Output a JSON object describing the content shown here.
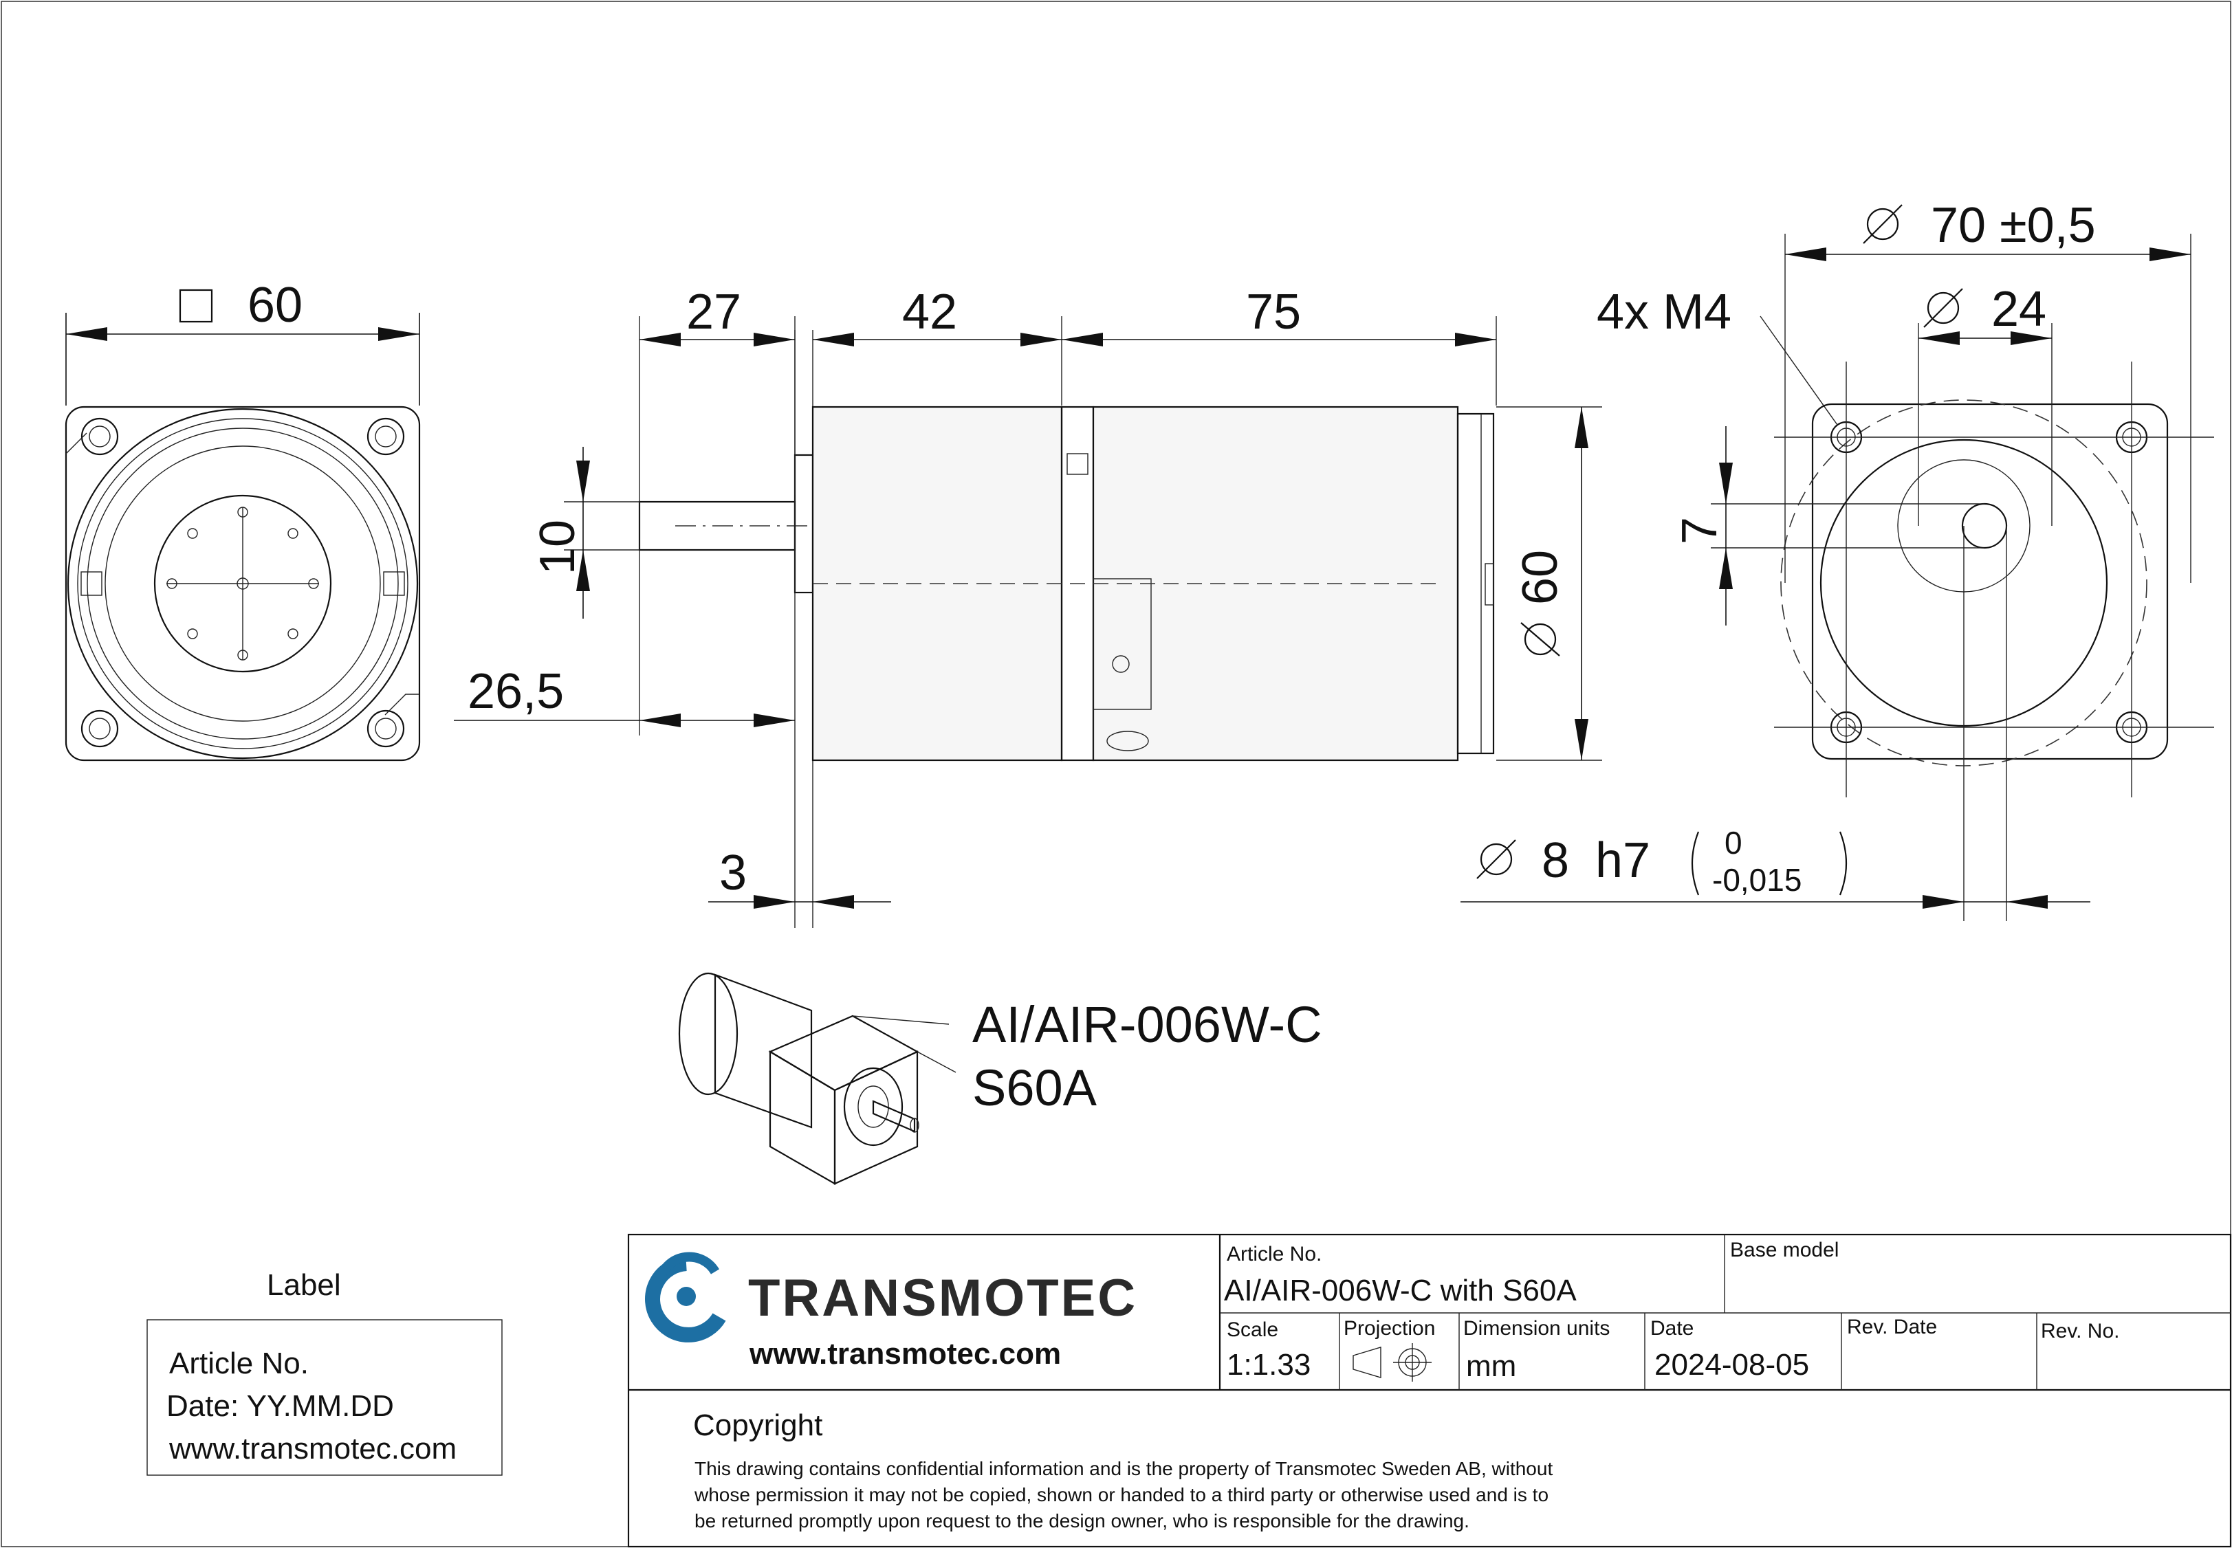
{
  "dimensions": {
    "square_60": "60",
    "len_27": "27",
    "len_42": "42",
    "len_75": "75",
    "shaft_10": "10",
    "diam_60": "60",
    "offset_26_5": "26,5",
    "flange_3": "3",
    "diam_70": "70 ±0,5",
    "diam_24": "24",
    "holes_4xM4": "4x M4",
    "offset_7": "7",
    "shaft_diam": "8",
    "shaft_tol_class": "h7",
    "shaft_tol_upper": "0",
    "shaft_tol_lower": "-0,015"
  },
  "model": {
    "line1": "AI/AIR-006W-C",
    "line2": "S60A"
  },
  "label_box": {
    "heading": "Label",
    "line1": "Article No.",
    "line2": "Date: YY.MM.DD",
    "line3": "www.transmotec.com"
  },
  "title_block": {
    "brand": "TRANSMOTEC",
    "website": "www.transmotec.com",
    "article_no_label": "Article No.",
    "article_no_value": "AI/AIR-006W-C with S60A",
    "base_model_label": "Base model",
    "scale_label": "Scale",
    "scale_value": "1:1.33",
    "projection_label": "Projection",
    "dim_units_label": "Dimension units",
    "dim_units_value": "mm",
    "date_label": "Date",
    "date_value": "2024-08-05",
    "rev_date_label": "Rev. Date",
    "rev_no_label": "Rev. No.",
    "copyright_heading": "Copyright",
    "copyright_line1": "This drawing contains confidential information and is the property of Transmotec Sweden AB, without",
    "copyright_line2": "whose permission it may not be copied, shown or handed to a third party or otherwise used and is to",
    "copyright_line3": "be returned promptly upon request to the design owner, who is responsible for the drawing."
  },
  "colors": {
    "line": "#111111",
    "logo_blue": "#1d6fa3",
    "logo_dark": "#2b2b2b"
  },
  "icons": [
    "square-symbol-icon",
    "diameter-symbol-icon",
    "projection-symbol-icon",
    "transmotec-logo-icon"
  ]
}
